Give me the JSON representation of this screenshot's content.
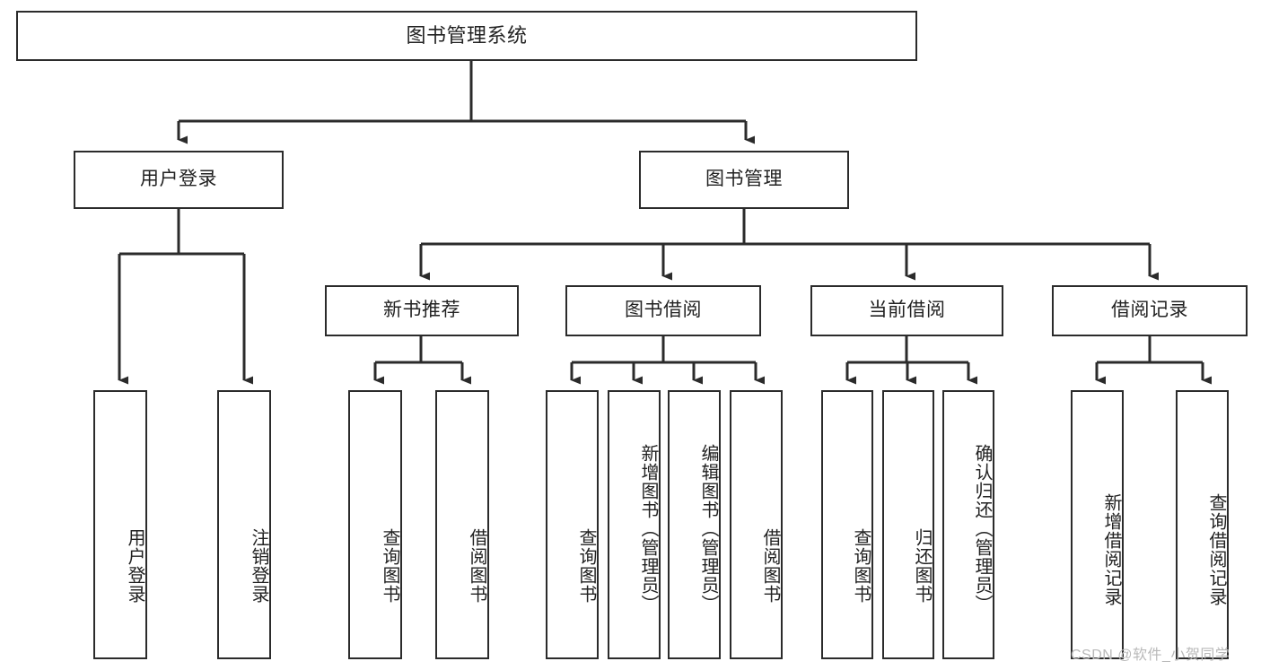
{
  "diagram": {
    "title": "图书管理系统",
    "watermark": "CSDN @软件_小贺同学",
    "levels": {
      "root": "图书管理系统",
      "level2": [
        "用户登录",
        "图书管理"
      ],
      "level3": [
        "新书推荐",
        "图书借阅",
        "当前借阅",
        "借阅记录"
      ]
    },
    "nodes": {
      "root": "图书管理系统",
      "user_login": "用户登录",
      "book_manage": "图书管理",
      "new_book_rec": "新书推荐",
      "book_borrow": "图书借阅",
      "current_borrow": "当前借阅",
      "borrow_record": "借阅记录",
      "leaf_user_login": "用户登录",
      "leaf_logout": "注销登录",
      "leaf_query_book_1": "查询图书",
      "leaf_borrow_book_1": "借阅图书",
      "leaf_query_book_2": "查询图书",
      "leaf_add_book_admin": "新增图书（管理员）",
      "leaf_edit_book_admin": "编辑图书（管理员）",
      "leaf_borrow_book_2": "借阅图书",
      "leaf_query_book_3": "查询图书",
      "leaf_return_book": "归还图书",
      "leaf_confirm_return_admin": "确认归还（管理员）",
      "leaf_add_borrow_record": "新增借阅记录",
      "leaf_query_borrow_record": "查询借阅记录"
    }
  }
}
